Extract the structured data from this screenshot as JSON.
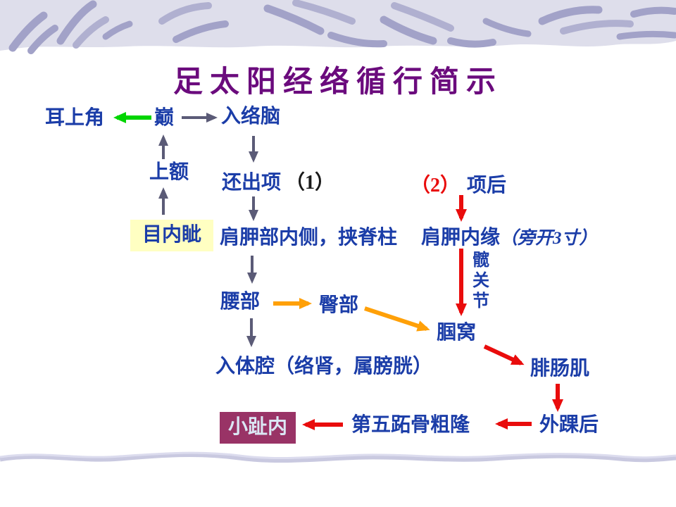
{
  "slide": {
    "title": "足太阳经络循行简示"
  },
  "palette": {
    "title_color": "#6b0b7d",
    "text_blue": "#1b3da8",
    "number_black": "#1a1a1a",
    "arrow_gray": "#5b5b77",
    "arrow_green": "#00d500",
    "arrow_orange": "#ffa008",
    "arrow_red": "#e90c0c",
    "highlight_yellow_box": "#ffffc2",
    "maroon_box_bg": "#993366",
    "maroon_box_text": "#dbe7f4",
    "band_lavender": "#dedeeb",
    "band_stroke": "#a2a2c8"
  },
  "nodes": {
    "ear_apex": "耳上角",
    "vertex": "巅",
    "enter_brain": "入络脑",
    "forehead": "上额",
    "return_nape": "还出项",
    "branch1_num": "（1）",
    "branch2_num": "（2）",
    "nape_back": "项后",
    "inner_canthus": "目内眦",
    "scapula_medial": "肩胛部内侧，挟脊柱",
    "scapula_inner_edge": "肩胛内缘",
    "scapula_inner_edge_note": "（旁开3寸）",
    "hip_joint": "髋关节",
    "lumbar": "腰部",
    "gluteal": "臀部",
    "popliteal": "腘窝",
    "body_cavity": "入体腔（络肾，属膀胱）",
    "gastrocnemius": "腓肠肌",
    "lateral_malleolus": "外踝后",
    "fifth_metatarsal": "第五跖骨粗隆",
    "little_toe": "小趾内"
  }
}
